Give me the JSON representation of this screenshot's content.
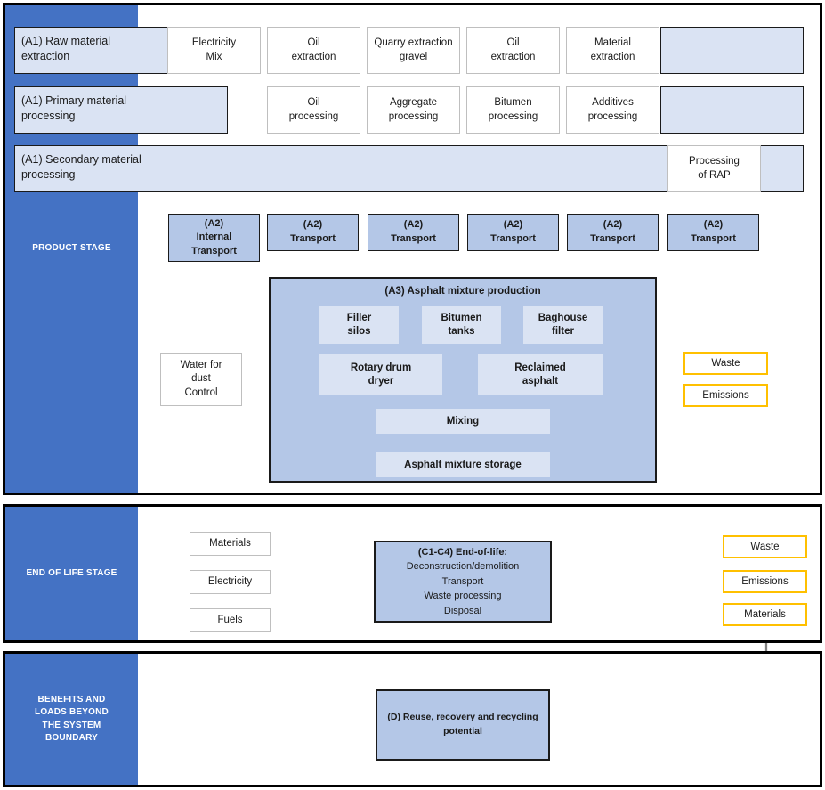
{
  "stages": [
    {
      "key": "product",
      "label": "PRODUCT STAGE"
    },
    {
      "key": "eol",
      "label": "END OF LIFE STAGE"
    },
    {
      "key": "benefits",
      "label": "BENEFITS AND\nLOADS BEYOND\nTHE SYSTEM\nBOUNDARY"
    }
  ],
  "bands": [
    {
      "key": "a1_raw",
      "line1": "(A1) Raw material",
      "line2": "extraction"
    },
    {
      "key": "a1_primary",
      "line1": "(A1) Primary material",
      "line2": "processing"
    },
    {
      "key": "a1_secondary",
      "line1": "(A1) Secondary material",
      "line2": "processing"
    }
  ],
  "raw_extraction": [
    {
      "key": "electricity-mix",
      "line1": "Electricity",
      "line2": "Mix"
    },
    {
      "key": "oil-extraction-1",
      "line1": "Oil",
      "line2": "extraction"
    },
    {
      "key": "quarry-extraction-gravel",
      "line1": "Quarry extraction",
      "line2": "gravel"
    },
    {
      "key": "oil-extraction-2",
      "line1": "Oil",
      "line2": "extraction"
    },
    {
      "key": "material-extraction",
      "line1": "Material",
      "line2": "extraction"
    }
  ],
  "primary_processing": [
    {
      "key": "oil-processing",
      "line1": "Oil",
      "line2": "processing"
    },
    {
      "key": "aggregate-processing",
      "line1": "Aggregate",
      "line2": "processing"
    },
    {
      "key": "bitumen-processing",
      "line1": "Bitumen",
      "line2": "processing"
    },
    {
      "key": "additives-processing",
      "line1": "Additives",
      "line2": "processing"
    }
  ],
  "secondary_processing": [
    {
      "key": "processing-of-rap",
      "line1": "Processing",
      "line2": "of RAP"
    }
  ],
  "transport": [
    {
      "key": "a2-internal-transport",
      "line1": "(A2)",
      "line2": "Internal",
      "line3": "Transport"
    },
    {
      "key": "a2-transport-1",
      "line1": "(A2)",
      "line2": "Transport"
    },
    {
      "key": "a2-transport-2",
      "line1": "(A2)",
      "line2": "Transport"
    },
    {
      "key": "a2-transport-3",
      "line1": "(A2)",
      "line2": "Transport"
    },
    {
      "key": "a2-transport-4",
      "line1": "(A2)",
      "line2": "Transport"
    },
    {
      "key": "a2-transport-5",
      "line1": "(A2)",
      "line2": "Transport"
    }
  ],
  "a3": {
    "title": "(A3) Asphalt mixture production",
    "units": [
      {
        "key": "filler-silos",
        "line1": "Filler",
        "line2": "silos"
      },
      {
        "key": "bitumen-tanks",
        "line1": "Bitumen",
        "line2": "tanks"
      },
      {
        "key": "baghouse-filter",
        "line1": "Baghouse",
        "line2": "filter"
      },
      {
        "key": "rotary-drum-dryer",
        "line1": "Rotary drum",
        "line2": "dryer"
      },
      {
        "key": "reclaimed-asphalt",
        "line1": "Reclaimed",
        "line2": "asphalt"
      },
      {
        "key": "mixing",
        "line1": "Mixing",
        "line2": ""
      },
      {
        "key": "asphalt-mixture-storage",
        "line1": "Asphalt mixture storage",
        "line2": ""
      }
    ]
  },
  "water_input": {
    "key": "water-for-dust-control",
    "line1": "Water for",
    "line2": "dust",
    "line3": "Control"
  },
  "product_outputs": [
    {
      "key": "waste",
      "label": "Waste"
    },
    {
      "key": "emissions",
      "label": "Emissions"
    }
  ],
  "eol_inputs": [
    {
      "key": "materials",
      "label": "Materials"
    },
    {
      "key": "electricity",
      "label": "Electricity"
    },
    {
      "key": "fuels",
      "label": "Fuels"
    }
  ],
  "eol_box": {
    "title": "(C1-C4) End-of-life:",
    "lines": [
      "Deconstruction/demolition",
      "Transport",
      "Waste processing",
      "Disposal"
    ]
  },
  "eol_outputs": [
    {
      "key": "waste",
      "label": "Waste"
    },
    {
      "key": "emissions",
      "label": "Emissions"
    },
    {
      "key": "materials",
      "label": "Materials"
    }
  ],
  "benefits_box": {
    "line1": "(D) Reuse, recovery and recycling",
    "line2": "potential"
  },
  "colors": {
    "stage_blue": "#4472C4",
    "band_blue": "#dae3f3",
    "box_blue": "#b4c7e7",
    "inner_blue": "#dae3f3",
    "gold": "#ffc000",
    "wire_gray": "#808080",
    "outline": "#1a1a1a"
  }
}
